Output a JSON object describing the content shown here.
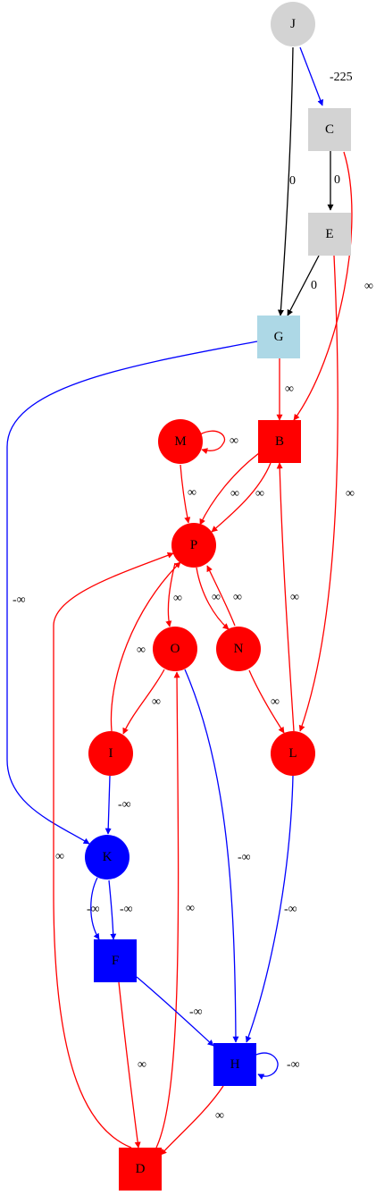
{
  "colors": {
    "gray": "#d3d3d3",
    "light_blue": "#add8e6",
    "red": "#ff0000",
    "blue": "#0000ff",
    "black": "#000000"
  },
  "nodes": [
    {
      "id": "J",
      "label": "J",
      "shape": "circle",
      "color": "gray"
    },
    {
      "id": "C",
      "label": "C",
      "shape": "box",
      "color": "gray"
    },
    {
      "id": "E",
      "label": "E",
      "shape": "box",
      "color": "gray"
    },
    {
      "id": "G",
      "label": "G",
      "shape": "box",
      "color": "light_blue"
    },
    {
      "id": "B",
      "label": "B",
      "shape": "box",
      "color": "red"
    },
    {
      "id": "M",
      "label": "M",
      "shape": "circle",
      "color": "red"
    },
    {
      "id": "P",
      "label": "P",
      "shape": "circle",
      "color": "red"
    },
    {
      "id": "O",
      "label": "O",
      "shape": "circle",
      "color": "red"
    },
    {
      "id": "N",
      "label": "N",
      "shape": "circle",
      "color": "red"
    },
    {
      "id": "I",
      "label": "I",
      "shape": "circle",
      "color": "red"
    },
    {
      "id": "L",
      "label": "L",
      "shape": "circle",
      "color": "red"
    },
    {
      "id": "K",
      "label": "K",
      "shape": "circle",
      "color": "blue"
    },
    {
      "id": "F",
      "label": "F",
      "shape": "box",
      "color": "blue"
    },
    {
      "id": "H",
      "label": "H",
      "shape": "box",
      "color": "blue"
    },
    {
      "id": "D",
      "label": "D",
      "shape": "box",
      "color": "red"
    }
  ],
  "edges": [
    {
      "id": "J-C",
      "from": "J",
      "to": "C",
      "label": "-225",
      "color": "blue"
    },
    {
      "id": "J-G",
      "from": "J",
      "to": "G",
      "label": "0",
      "color": "black"
    },
    {
      "id": "C-E",
      "from": "C",
      "to": "E",
      "label": "0",
      "color": "black"
    },
    {
      "id": "C-B",
      "from": "C",
      "to": "B",
      "label": "∞",
      "color": "red"
    },
    {
      "id": "E-G",
      "from": "E",
      "to": "G",
      "label": "0",
      "color": "black"
    },
    {
      "id": "E-L",
      "from": "E",
      "to": "L",
      "label": "∞",
      "color": "red"
    },
    {
      "id": "G-B",
      "from": "G",
      "to": "B",
      "label": "∞",
      "color": "red"
    },
    {
      "id": "G-K",
      "from": "G",
      "to": "K",
      "label": "-∞",
      "color": "blue"
    },
    {
      "id": "M-M",
      "from": "M",
      "to": "M",
      "label": "∞",
      "color": "red"
    },
    {
      "id": "M-P",
      "from": "M",
      "to": "P",
      "label": "∞",
      "color": "red"
    },
    {
      "id": "B-P-1",
      "from": "B",
      "to": "P",
      "label": "∞",
      "color": "red"
    },
    {
      "id": "B-P-2",
      "from": "B",
      "to": "P",
      "label": "∞",
      "color": "red"
    },
    {
      "id": "P-O",
      "from": "P",
      "to": "O",
      "label": "∞",
      "color": "red"
    },
    {
      "id": "P-N",
      "from": "P",
      "to": "N",
      "label": "∞",
      "color": "red"
    },
    {
      "id": "N-P",
      "from": "N",
      "to": "P",
      "label": "∞",
      "color": "red"
    },
    {
      "id": "I-P",
      "from": "I",
      "to": "P",
      "label": "∞",
      "color": "red"
    },
    {
      "id": "O-I",
      "from": "O",
      "to": "I",
      "label": "∞",
      "color": "red"
    },
    {
      "id": "N-L",
      "from": "N",
      "to": "L",
      "label": "∞",
      "color": "red"
    },
    {
      "id": "L-B",
      "from": "L",
      "to": "B",
      "label": "∞",
      "color": "red"
    },
    {
      "id": "O-H",
      "from": "O",
      "to": "H",
      "label": "-∞",
      "color": "blue"
    },
    {
      "id": "I-K",
      "from": "I",
      "to": "K",
      "label": "-∞",
      "color": "blue"
    },
    {
      "id": "L-H",
      "from": "L",
      "to": "H",
      "label": "-∞",
      "color": "blue"
    },
    {
      "id": "D-P",
      "from": "D",
      "to": "P",
      "label": "∞",
      "color": "red"
    },
    {
      "id": "D-O",
      "from": "D",
      "to": "O",
      "label": "∞",
      "color": "red"
    },
    {
      "id": "K-F-1",
      "from": "K",
      "to": "F",
      "label": "-∞",
      "color": "blue"
    },
    {
      "id": "K-F-2",
      "from": "K",
      "to": "F",
      "label": "-∞",
      "color": "blue"
    },
    {
      "id": "F-H",
      "from": "F",
      "to": "H",
      "label": "-∞",
      "color": "blue"
    },
    {
      "id": "F-D",
      "from": "F",
      "to": "D",
      "label": "∞",
      "color": "red"
    },
    {
      "id": "H-H",
      "from": "H",
      "to": "H",
      "label": "-∞",
      "color": "blue"
    },
    {
      "id": "H-D",
      "from": "H",
      "to": "D",
      "label": "∞",
      "color": "red"
    }
  ]
}
